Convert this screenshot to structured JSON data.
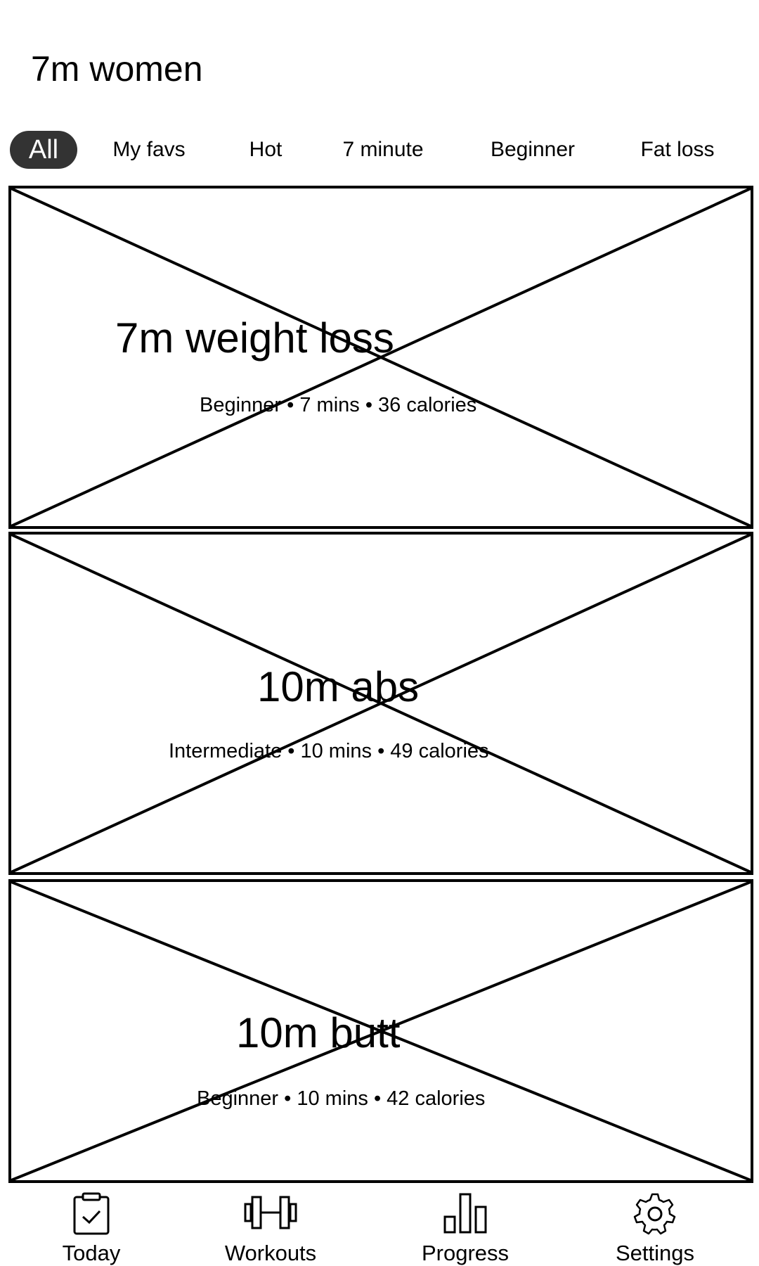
{
  "header": {
    "title": "7m women"
  },
  "filters": [
    {
      "label": "All",
      "active": true
    },
    {
      "label": "My favs",
      "active": false
    },
    {
      "label": "Hot",
      "active": false
    },
    {
      "label": "7 minute",
      "active": false
    },
    {
      "label": "Beginner",
      "active": false
    },
    {
      "label": "Fat loss",
      "active": false
    }
  ],
  "workouts": [
    {
      "title": "7m weight loss",
      "meta": "Beginner • 7 mins • 36 calories"
    },
    {
      "title": "10m abs",
      "meta": "Intermediate • 10 mins • 49 calories"
    },
    {
      "title": "10m butt",
      "meta": "Beginner • 10 mins • 42 calories"
    }
  ],
  "bottom_nav": [
    {
      "label": "Today",
      "icon": "clipboard-check-icon"
    },
    {
      "label": "Workouts",
      "icon": "dumbbell-icon"
    },
    {
      "label": "Progress",
      "icon": "bar-chart-icon"
    },
    {
      "label": "Settings",
      "icon": "gear-icon"
    }
  ],
  "colors": {
    "active_tab_bg": "#333333",
    "active_tab_text": "#ffffff",
    "text": "#000000"
  }
}
